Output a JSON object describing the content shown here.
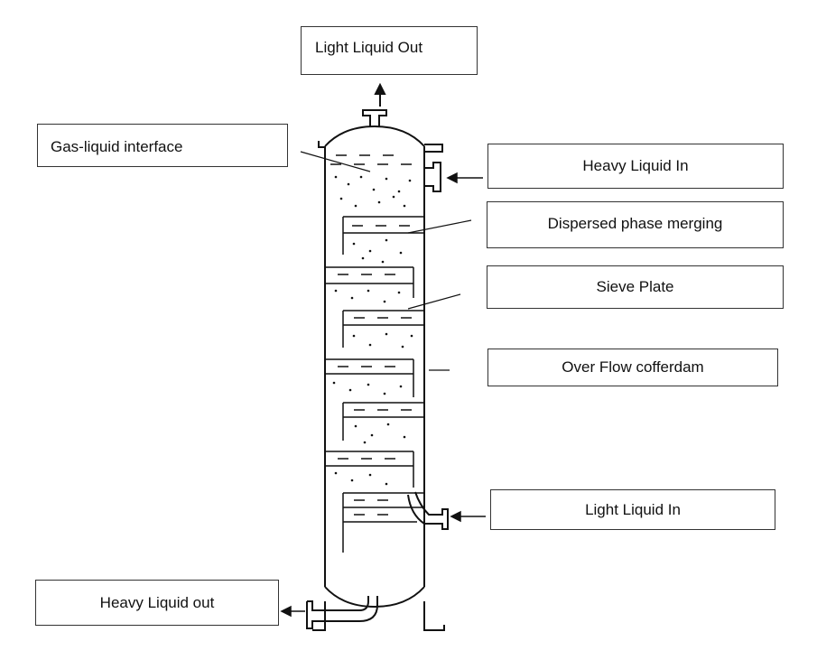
{
  "labels": {
    "light_liquid_out": "Light Liquid Out",
    "gas_liquid_interface": "Gas-liquid interface",
    "heavy_liquid_in": "Heavy Liquid In",
    "dispersed_phase_merging": "Dispersed phase merging",
    "sieve_plate": "Sieve Plate",
    "over_flow_cofferdam": "Over Flow cofferdam",
    "light_liquid_in": "Light Liquid In",
    "heavy_liquid_out": "Heavy Liquid out"
  },
  "colors": {
    "line": "#111111",
    "box_border": "#333333"
  }
}
